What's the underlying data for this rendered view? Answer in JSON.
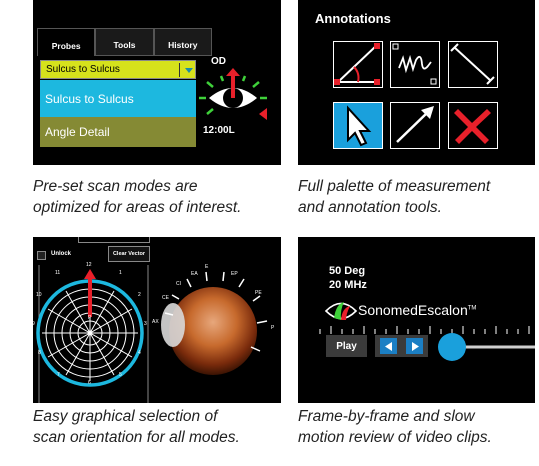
{
  "panel1": {
    "tabs": [
      "Probes",
      "Tools",
      "History"
    ],
    "dropdown_value": "Sulcus to Sulcus",
    "options": [
      "Sulcus to Sulcus",
      "Angle Detail"
    ],
    "eye_label": "OD",
    "clock_label": "12:00L",
    "caption": [
      "Pre-set scan modes are",
      "optimized for areas of interest."
    ]
  },
  "panel2": {
    "title": "Annotations",
    "tools": [
      "angle-tool-icon",
      "freehand-tool-icon",
      "line-measure-icon",
      "pointer-icon",
      "arrow-annotation-icon",
      "delete-icon"
    ],
    "selected_tool": "pointer-icon",
    "caption": [
      "Full palette of measurement",
      "and annotation tools."
    ]
  },
  "panel3": {
    "unlock_label": "Unlock",
    "clear_label": "Clear Vector",
    "clock_numbers": [
      "12",
      "1",
      "2",
      "3",
      "4",
      "5",
      "6",
      "7",
      "8",
      "9",
      "10",
      "11"
    ],
    "center_label": "P",
    "globe_labels": [
      "EA",
      "E",
      "EP",
      "PE",
      "P",
      "AX",
      "CE",
      "CI"
    ],
    "caption": [
      "Easy graphical selection of",
      "scan orientation for all modes."
    ]
  },
  "panel4": {
    "angle": "50 Deg",
    "frequency": "20 MHz",
    "brand": "SonomedEscalon",
    "brand_mark": "TM",
    "play_label": "Play",
    "caption": [
      "Frame-by-frame and slow",
      "motion review of video clips."
    ]
  },
  "colors": {
    "accent_blue": "#1db8df",
    "accent_yellow": "#d6e21c",
    "accent_olive": "#858a34",
    "accent_red": "#e8202a",
    "nav_blue": "#1b7fc4"
  }
}
